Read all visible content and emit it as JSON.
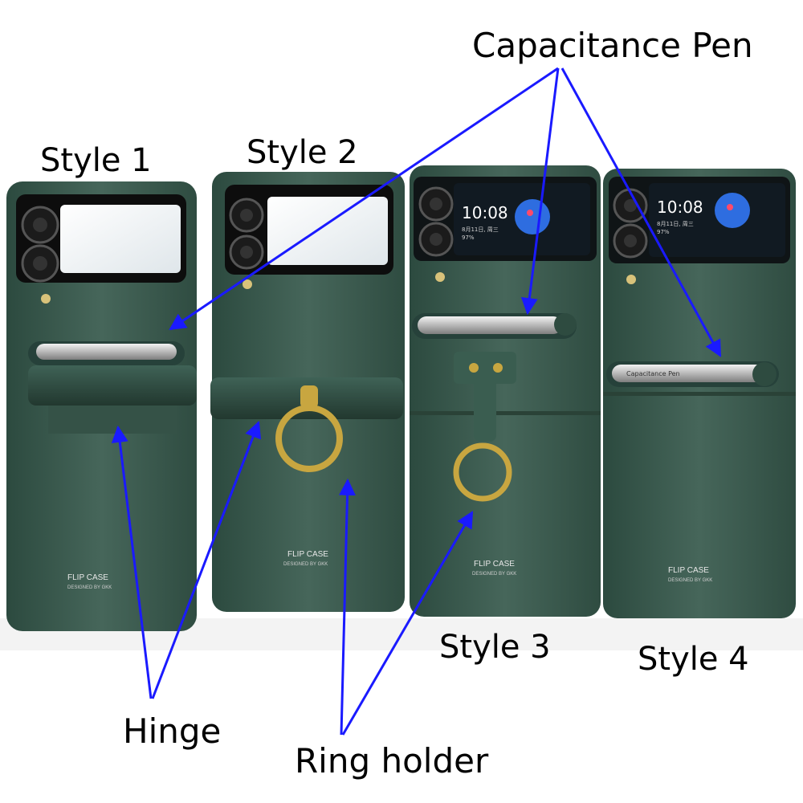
{
  "labels": {
    "style1": "Style 1",
    "style2": "Style 2",
    "style3": "Style 3",
    "style4": "Style 4",
    "capacitance_pen": "Capacitance Pen",
    "hinge": "Hinge",
    "ring_holder": "Ring holder"
  },
  "phone_text": {
    "brand": "FLIP CASE",
    "designer": "DESIGNED BY GKK",
    "clock": "10:08",
    "date": "8月11日, 周三",
    "battery": "97%",
    "pen_print": "Capacitance Pen"
  },
  "colors": {
    "case_green": "#3d5a4f",
    "case_dark": "#2b433a",
    "arrow_blue": "#1a1aff",
    "ring_gold": "#c8a640"
  }
}
